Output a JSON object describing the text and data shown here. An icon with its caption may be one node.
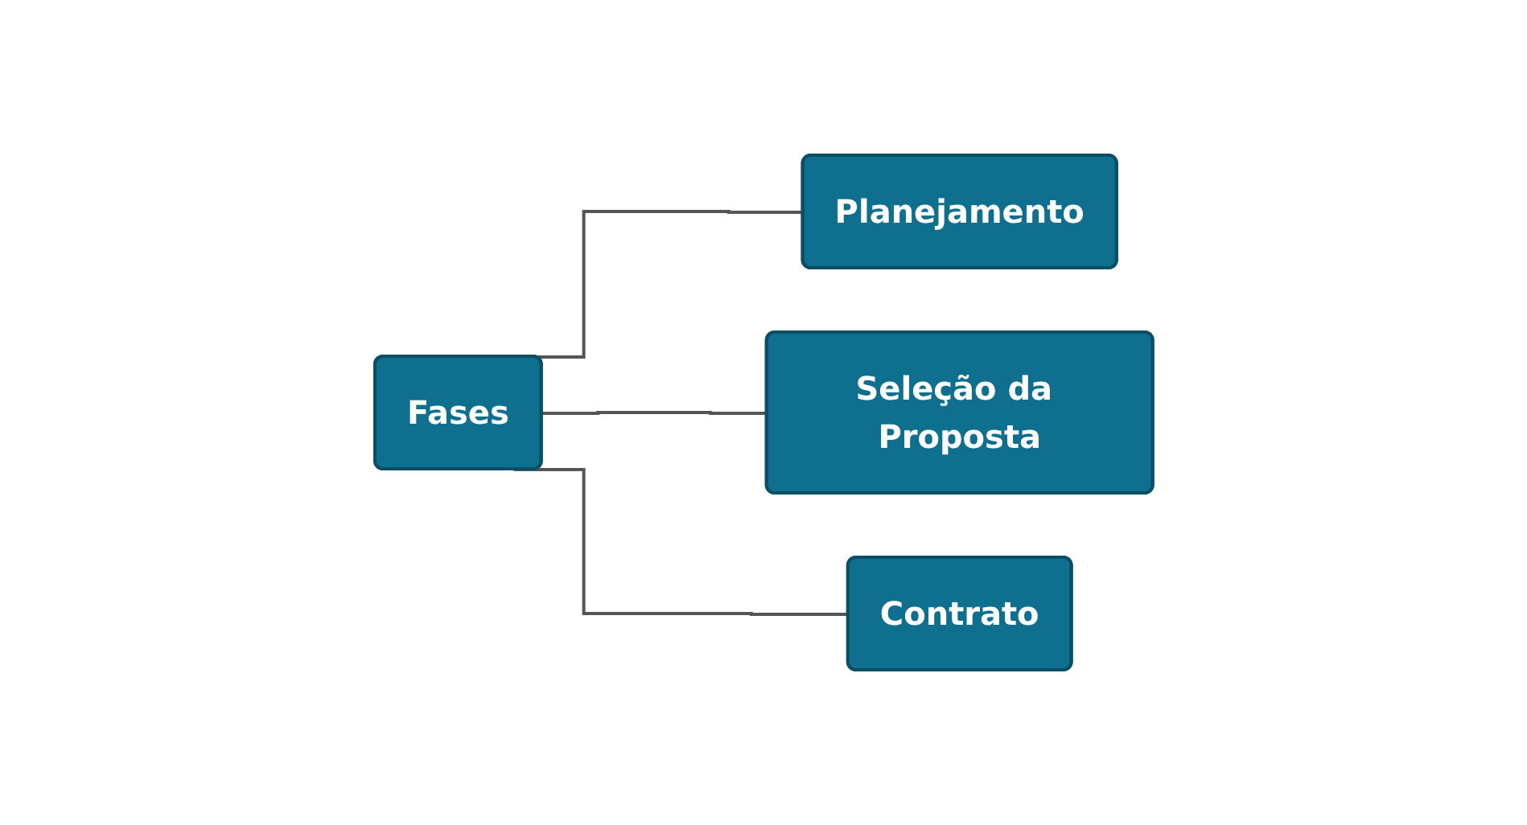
{
  "diagram": {
    "nodes": [
      {
        "text": [
          "Fases"
        ]
      },
      {
        "text": [
          "Planejamento"
        ]
      },
      {
        "text": [
          "Seleção da Proposta"
        ]
      },
      {
        "text": [
          "Contrato"
        ]
      }
    ],
    "edges": [
      {
        "from": 0,
        "to": 1,
        "arrow": "none"
      },
      {
        "from": 0,
        "to": 2,
        "arrow": "none"
      },
      {
        "from": 0,
        "to": 3,
        "arrow": "none"
      }
    ]
  }
}
